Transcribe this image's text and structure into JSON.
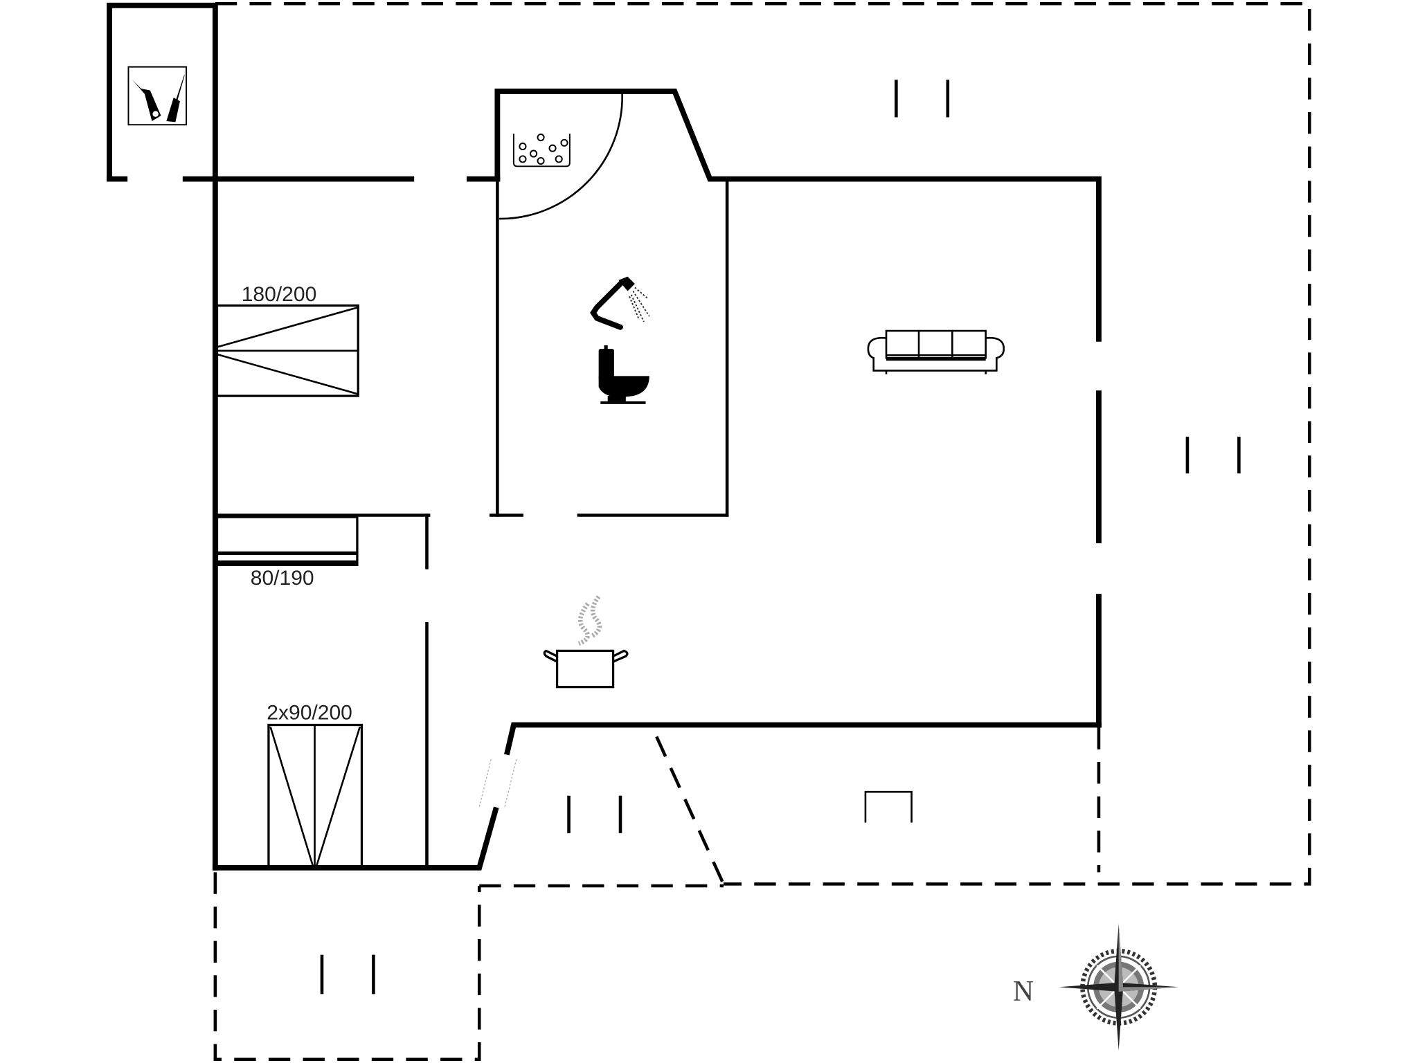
{
  "floorplan": {
    "type": "house floor plan",
    "beds": [
      {
        "id": "double-bed",
        "label": "180/200"
      },
      {
        "id": "single-bed",
        "label": "80/190"
      },
      {
        "id": "twin-beds",
        "label": "2x90/200"
      }
    ],
    "compass": {
      "label": "N"
    },
    "rooms": [
      {
        "id": "utility-shed",
        "icon": "cleaning-tools-icon"
      },
      {
        "id": "bedroom-1",
        "icon": "double-bed"
      },
      {
        "id": "bedroom-2",
        "icon": "single-bed"
      },
      {
        "id": "bedroom-3",
        "icon": "twin-beds"
      },
      {
        "id": "bathroom",
        "icons": [
          "sauna-stones-icon",
          "shower-icon",
          "toilet-icon"
        ]
      },
      {
        "id": "living-room",
        "icon": "sofa-icon"
      },
      {
        "id": "kitchen",
        "icon": "cooking-pot-icon"
      },
      {
        "id": "terraces",
        "count": 4
      }
    ],
    "colors": {
      "walls": "#000000",
      "background": "#ffffff",
      "steam": "#aaaaaa"
    }
  }
}
